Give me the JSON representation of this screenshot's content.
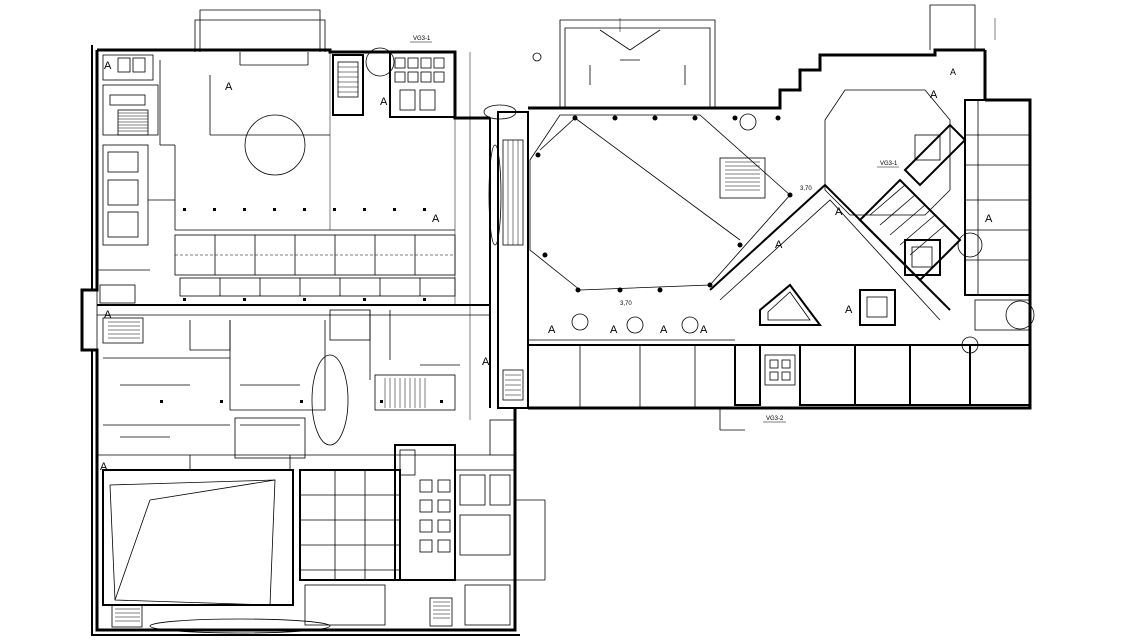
{
  "drawing": {
    "type": "architectural floor plan",
    "labels": {
      "sec_a": "VG3-1",
      "sec_b": "VG3-1",
      "sec_c": "VG3-2",
      "dim_a": "3,70",
      "dim_b": "3,70"
    },
    "section_marker": "A"
  }
}
